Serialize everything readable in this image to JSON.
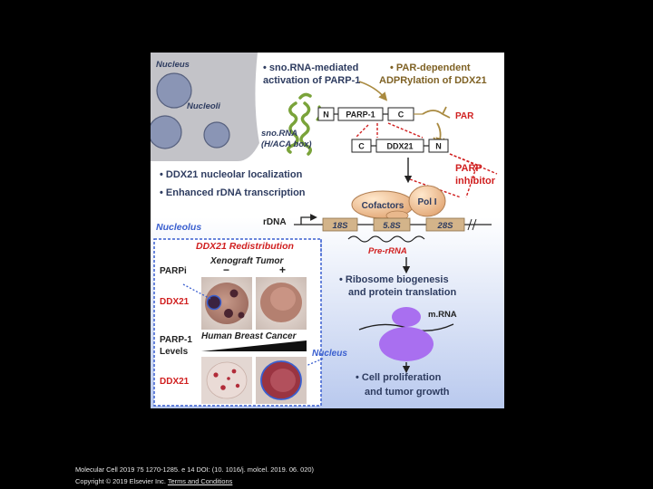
{
  "figure": {
    "nucleus_label": "Nucleus",
    "nucleoli_label": "Nucleoli",
    "snorna_title_line1": "• sno.RNA-mediated",
    "snorna_title_line2": "activation of PARP-1",
    "par_title_line1": "• PAR-dependent",
    "par_title_line2": "ADPRylation of DDX21",
    "parp1_domain_n": "N",
    "parp1_domain_mid": "PARP-1",
    "parp1_domain_c": "C",
    "par_label": "PAR",
    "snorna_label_line1": "sno.RNA",
    "snorna_label_line2": "(H/ACA box)",
    "ddx21_domain_c": "C",
    "ddx21_domain_mid": "DDX21",
    "ddx21_domain_n": "N",
    "parp_inhibitor_line1": "PARP",
    "parp_inhibitor_line2": "inhibitor",
    "bullet_localization": "• DDX21 nucleolar localization",
    "bullet_transcription": "• Enhanced rDNA transcription",
    "cofactors_label": "Cofactors",
    "pol1_label": "Pol I",
    "nucleolus_label": "Nucleolus",
    "rdna_label": "rDNA",
    "gene_18s": "18S",
    "gene_58s": "5.8S",
    "gene_28s": "28S",
    "pre_rrna_label": "Pre-rRNA",
    "redistribution_title": "DDX21 Redistribution",
    "xenograft_title": "Xenograft Tumor",
    "minus_sign": "−",
    "plus_sign": "+",
    "parpi_label": "PARPi",
    "ddx21_row1_label": "DDX21",
    "breast_cancer_title": "Human Breast Cancer",
    "parp1_levels_line1": "PARP-1",
    "parp1_levels_line2": "Levels",
    "nucleus_label_bottom": "Nucleus",
    "ddx21_row2_label": "DDX21",
    "bullet_ribosome_line1": "• Ribosome biogenesis",
    "bullet_ribosome_line2": "and protein translation",
    "mrna_label": "m.RNA",
    "bullet_proliferation_line1": "• Cell proliferation",
    "bullet_proliferation_line2": "and tumor growth"
  },
  "footer": {
    "citation": "Molecular Cell 2019 75 1270-1285. e 14 DOI: (10. 1016/j. molcel. 2019. 06. 020)",
    "copyright": "Copyright © 2019 Elsevier Inc.",
    "terms_link": "Terms and Conditions"
  },
  "colors": {
    "nucleus_gray": "#c3c3c8",
    "nucleoli_blue": "#8a95b5",
    "title_dark_blue": "#2e3c60",
    "title_brown": "#7f6225",
    "red": "#d01f1f",
    "gold": "#a98a40",
    "green": "#7aa33a",
    "purple": "#a96ff0",
    "peach": "#f3cfa8",
    "gene_tan": "#d3b48a",
    "nucleolus_blue": "#3a5fcf"
  }
}
